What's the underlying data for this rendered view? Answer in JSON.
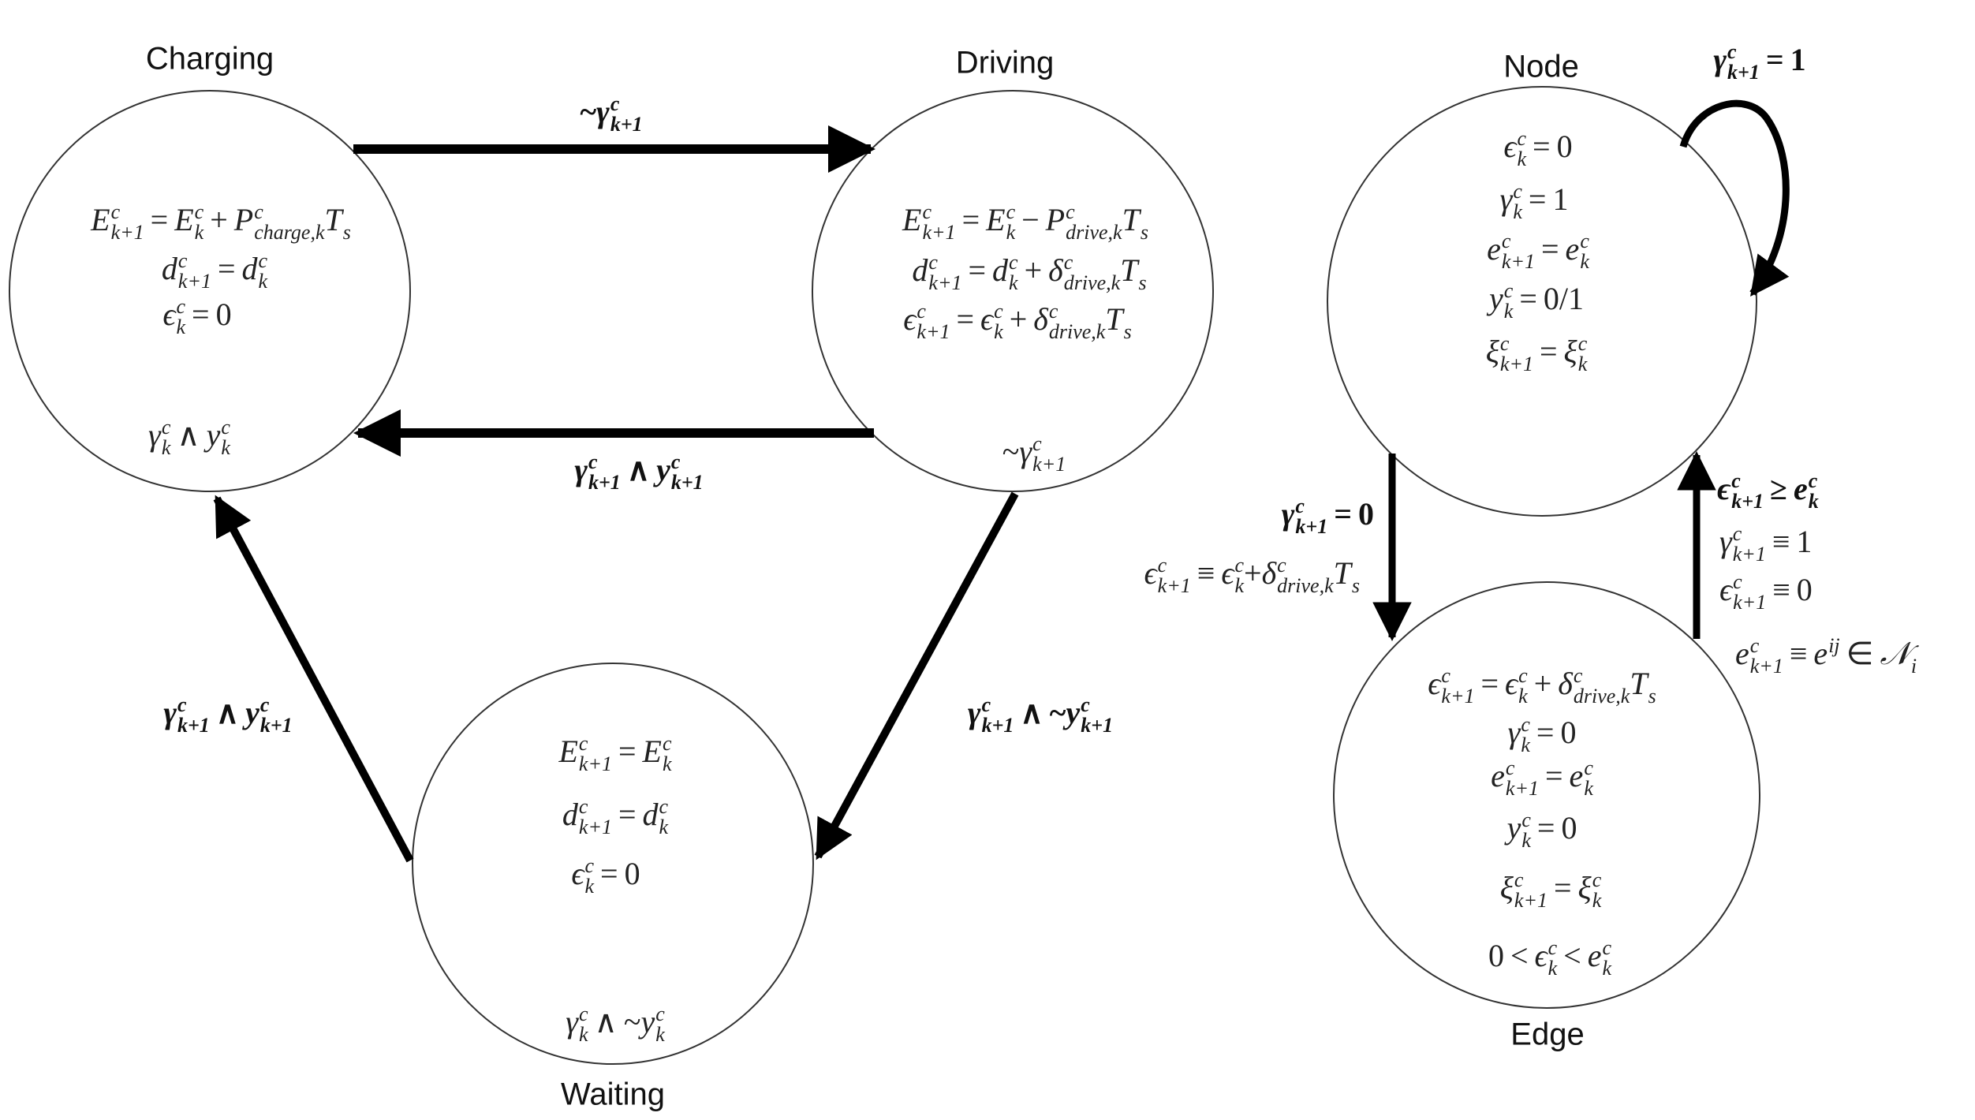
{
  "colors": {
    "stroke": "#000000",
    "circle_stroke": "#333333",
    "text": "#222222",
    "background": "#ffffff"
  },
  "states": {
    "charging": {
      "title": "Charging",
      "equations": [
        [
          {
            "b": "E",
            "sup": "c",
            "sub": "k+1"
          },
          {
            "op": "="
          },
          {
            "b": "E",
            "sup": "c",
            "sub": "k"
          },
          {
            "op": "+"
          },
          {
            "b": "P",
            "sup": "c",
            "sub": "charge,k"
          },
          {
            "b": "T",
            "sub": "s"
          }
        ],
        [
          {
            "b": "d",
            "sup": "c",
            "sub": "k+1"
          },
          {
            "op": "="
          },
          {
            "b": "d",
            "sup": "c",
            "sub": "k"
          }
        ],
        [
          {
            "b": "ϵ",
            "sup": "c",
            "sub": "k"
          },
          {
            "op": "="
          },
          {
            "n": "0"
          }
        ]
      ],
      "condition": [
        {
          "b": "γ",
          "sup": "c",
          "sub": "k"
        },
        {
          "op": "∧"
        },
        {
          "b": "y",
          "sup": "c",
          "sub": "k"
        }
      ]
    },
    "driving": {
      "title": "Driving",
      "equations": [
        [
          {
            "b": "E",
            "sup": "c",
            "sub": "k+1"
          },
          {
            "op": "="
          },
          {
            "b": "E",
            "sup": "c",
            "sub": "k"
          },
          {
            "op": "−"
          },
          {
            "b": "P",
            "sup": "c",
            "sub": "drive,k"
          },
          {
            "b": "T",
            "sub": "s"
          }
        ],
        [
          {
            "b": "d",
            "sup": "c",
            "sub": "k+1"
          },
          {
            "op": "="
          },
          {
            "b": "d",
            "sup": "c",
            "sub": "k"
          },
          {
            "op": "+"
          },
          {
            "b": "δ",
            "sup": "c",
            "sub": "drive,k"
          },
          {
            "b": "T",
            "sub": "s"
          }
        ],
        [
          {
            "b": "ϵ",
            "sup": "c",
            "sub": "k+1"
          },
          {
            "op": "="
          },
          {
            "b": "ϵ",
            "sup": "c",
            "sub": "k"
          },
          {
            "op": "+"
          },
          {
            "b": "δ",
            "sup": "c",
            "sub": "drive,k"
          },
          {
            "b": "T",
            "sub": "s"
          }
        ]
      ],
      "condition": [
        {
          "n": "~"
        },
        {
          "b": "γ",
          "sup": "c",
          "sub": "k+1"
        }
      ]
    },
    "waiting": {
      "title": "Waiting",
      "equations": [
        [
          {
            "b": "E",
            "sup": "c",
            "sub": "k+1"
          },
          {
            "op": "="
          },
          {
            "b": "E",
            "sup": "c",
            "sub": "k"
          }
        ],
        [
          {
            "b": "d",
            "sup": "c",
            "sub": "k+1"
          },
          {
            "op": "="
          },
          {
            "b": "d",
            "sup": "c",
            "sub": "k"
          }
        ],
        [
          {
            "b": "ϵ",
            "sup": "c",
            "sub": "k"
          },
          {
            "op": "="
          },
          {
            "n": "0"
          }
        ]
      ],
      "condition": [
        {
          "b": "γ",
          "sup": "c",
          "sub": "k"
        },
        {
          "op": "∧"
        },
        {
          "n": "~"
        },
        {
          "b": "y",
          "sup": "c",
          "sub": "k"
        }
      ]
    },
    "node": {
      "title": "Node",
      "equations": [
        [
          {
            "b": "ϵ",
            "sup": "c",
            "sub": "k"
          },
          {
            "op": "="
          },
          {
            "n": "0"
          }
        ],
        [
          {
            "b": "γ",
            "sup": "c",
            "sub": "k"
          },
          {
            "op": "="
          },
          {
            "n": "1"
          }
        ],
        [
          {
            "b": "e",
            "sup": "c",
            "sub": "k+1"
          },
          {
            "op": "="
          },
          {
            "b": "e",
            "sup": "c",
            "sub": "k"
          }
        ],
        [
          {
            "b": "y",
            "sup": "c",
            "sub": "k"
          },
          {
            "op": "="
          },
          {
            "n": "0/1"
          }
        ],
        [
          {
            "b": "ξ",
            "sup": "c",
            "sub": "k+1"
          },
          {
            "op": "="
          },
          {
            "b": "ξ",
            "sup": "c",
            "sub": "k"
          }
        ]
      ]
    },
    "edge": {
      "title": "Edge",
      "equations": [
        [
          {
            "b": "ϵ",
            "sup": "c",
            "sub": "k+1"
          },
          {
            "op": "="
          },
          {
            "b": "ϵ",
            "sup": "c",
            "sub": "k"
          },
          {
            "op": "+"
          },
          {
            "b": "δ",
            "sup": "c",
            "sub": "drive,k"
          },
          {
            "b": "T",
            "sub": "s"
          }
        ],
        [
          {
            "b": "γ",
            "sup": "c",
            "sub": "k"
          },
          {
            "op": "="
          },
          {
            "n": "0"
          }
        ],
        [
          {
            "b": "e",
            "sup": "c",
            "sub": "k+1"
          },
          {
            "op": "="
          },
          {
            "b": "e",
            "sup": "c",
            "sub": "k"
          }
        ],
        [
          {
            "b": "y",
            "sup": "c",
            "sub": "k"
          },
          {
            "op": "="
          },
          {
            "n": "0"
          }
        ],
        [
          {
            "b": "ξ",
            "sup": "c",
            "sub": "k+1"
          },
          {
            "op": "="
          },
          {
            "b": "ξ",
            "sup": "c",
            "sub": "k"
          }
        ],
        [
          {
            "n": "0"
          },
          {
            "op": "<"
          },
          {
            "b": "ϵ",
            "sup": "c",
            "sub": "k"
          },
          {
            "op": "<"
          },
          {
            "b": "e",
            "sup": "c",
            "sub": "k"
          }
        ]
      ]
    }
  },
  "transitions": {
    "charging_to_driving": [
      {
        "n": "~"
      },
      {
        "b": "γ",
        "sup": "c",
        "sub": "k+1"
      }
    ],
    "driving_to_charging": [
      {
        "b": "γ",
        "sup": "c",
        "sub": "k+1"
      },
      {
        "op": "∧"
      },
      {
        "b": "y",
        "sup": "c",
        "sub": "k+1"
      }
    ],
    "waiting_to_charging": [
      {
        "b": "γ",
        "sup": "c",
        "sub": "k+1"
      },
      {
        "op": "∧"
      },
      {
        "b": "y",
        "sup": "c",
        "sub": "k+1"
      }
    ],
    "driving_to_waiting": [
      {
        "b": "γ",
        "sup": "c",
        "sub": "k+1"
      },
      {
        "op": "∧"
      },
      {
        "n": "~"
      },
      {
        "b": "y",
        "sup": "c",
        "sub": "k+1"
      }
    ],
    "node_self_loop": [
      {
        "b": "γ",
        "sup": "c",
        "sub": "k+1"
      },
      {
        "op": "="
      },
      {
        "n": "1"
      }
    ],
    "node_to_edge": [
      {
        "b": "γ",
        "sup": "c",
        "sub": "k+1"
      },
      {
        "op": "="
      },
      {
        "n": "0"
      }
    ],
    "node_to_edge_update": [
      {
        "b": "ϵ",
        "sup": "c",
        "sub": "k+1"
      },
      {
        "op": "≡"
      },
      {
        "b": "ϵ",
        "sup": "c",
        "sub": "k"
      },
      {
        "n": " +"
      },
      {
        "b": "δ",
        "sup": "c",
        "sub": "drive,k"
      },
      {
        "b": "T",
        "sub": "s"
      }
    ],
    "edge_to_node": [
      {
        "b": "ϵ",
        "sup": "c",
        "sub": "k+1"
      },
      {
        "op": "≥"
      },
      {
        "b": "e",
        "sup": "c",
        "sub": "k"
      }
    ],
    "edge_to_node_updates": [
      [
        {
          "b": "γ",
          "sup": "c",
          "sub": "k+1"
        },
        {
          "op": "≡"
        },
        {
          "n": "1"
        }
      ],
      [
        {
          "b": "ϵ",
          "sup": "c",
          "sub": "k+1"
        },
        {
          "op": "≡"
        },
        {
          "n": "0"
        }
      ],
      [
        {
          "b": "e",
          "sup": "c",
          "sub": "k+1"
        },
        {
          "op": "≡"
        },
        {
          "b": "e",
          "sup": "ij"
        },
        {
          "op": "∈"
        },
        {
          "b": "𝒩",
          "sub": "i"
        }
      ]
    ]
  }
}
